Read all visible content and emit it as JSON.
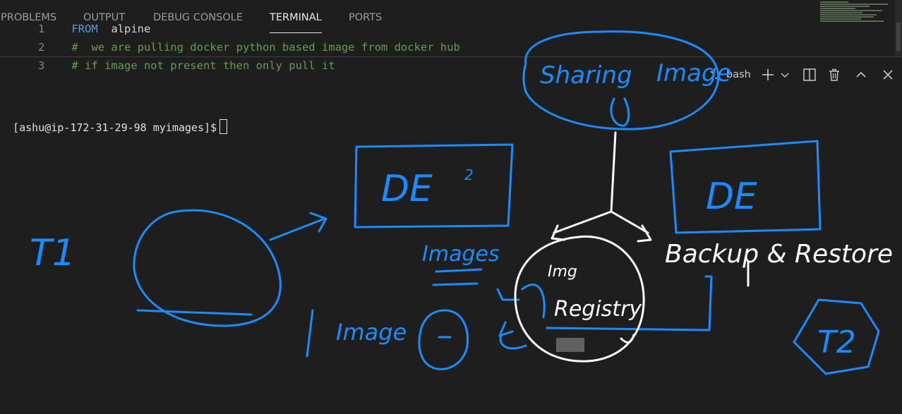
{
  "editor": {
    "lines": [
      {
        "number": "1",
        "keyword": "FROM",
        "text": "alpine"
      },
      {
        "number": "2",
        "comment": "#  we are pulling docker python based image from docker hub"
      },
      {
        "number": "3",
        "comment": "# if image not present then only pull it"
      }
    ]
  },
  "panel": {
    "tabs": [
      "PROBLEMS",
      "OUTPUT",
      "DEBUG CONSOLE",
      "TERMINAL",
      "PORTS"
    ],
    "active_tab": "TERMINAL",
    "terminal_name": "bash",
    "action_icons": [
      "terminal-icon",
      "add-icon",
      "chevron-down-icon",
      "split-icon",
      "trash-icon",
      "chevron-up-icon",
      "close-icon"
    ]
  },
  "terminal": {
    "prompt": "[ashu@ip-172-31-29-98 myimages]$"
  },
  "annotations": {
    "sharing": "Sharing",
    "image_top": "Image",
    "de_left": "DE",
    "de_left_mark": "2",
    "de_right": "DE",
    "t1": "T1",
    "images": "Images",
    "image_bottom": "Image",
    "registry_line1": "Img",
    "registry_line2": "Registry",
    "backup_restore": "Backup & Restore",
    "t2": "T2",
    "colors": {
      "blue_ink": "#1a8cff",
      "white_ink": "#ffffff"
    }
  }
}
